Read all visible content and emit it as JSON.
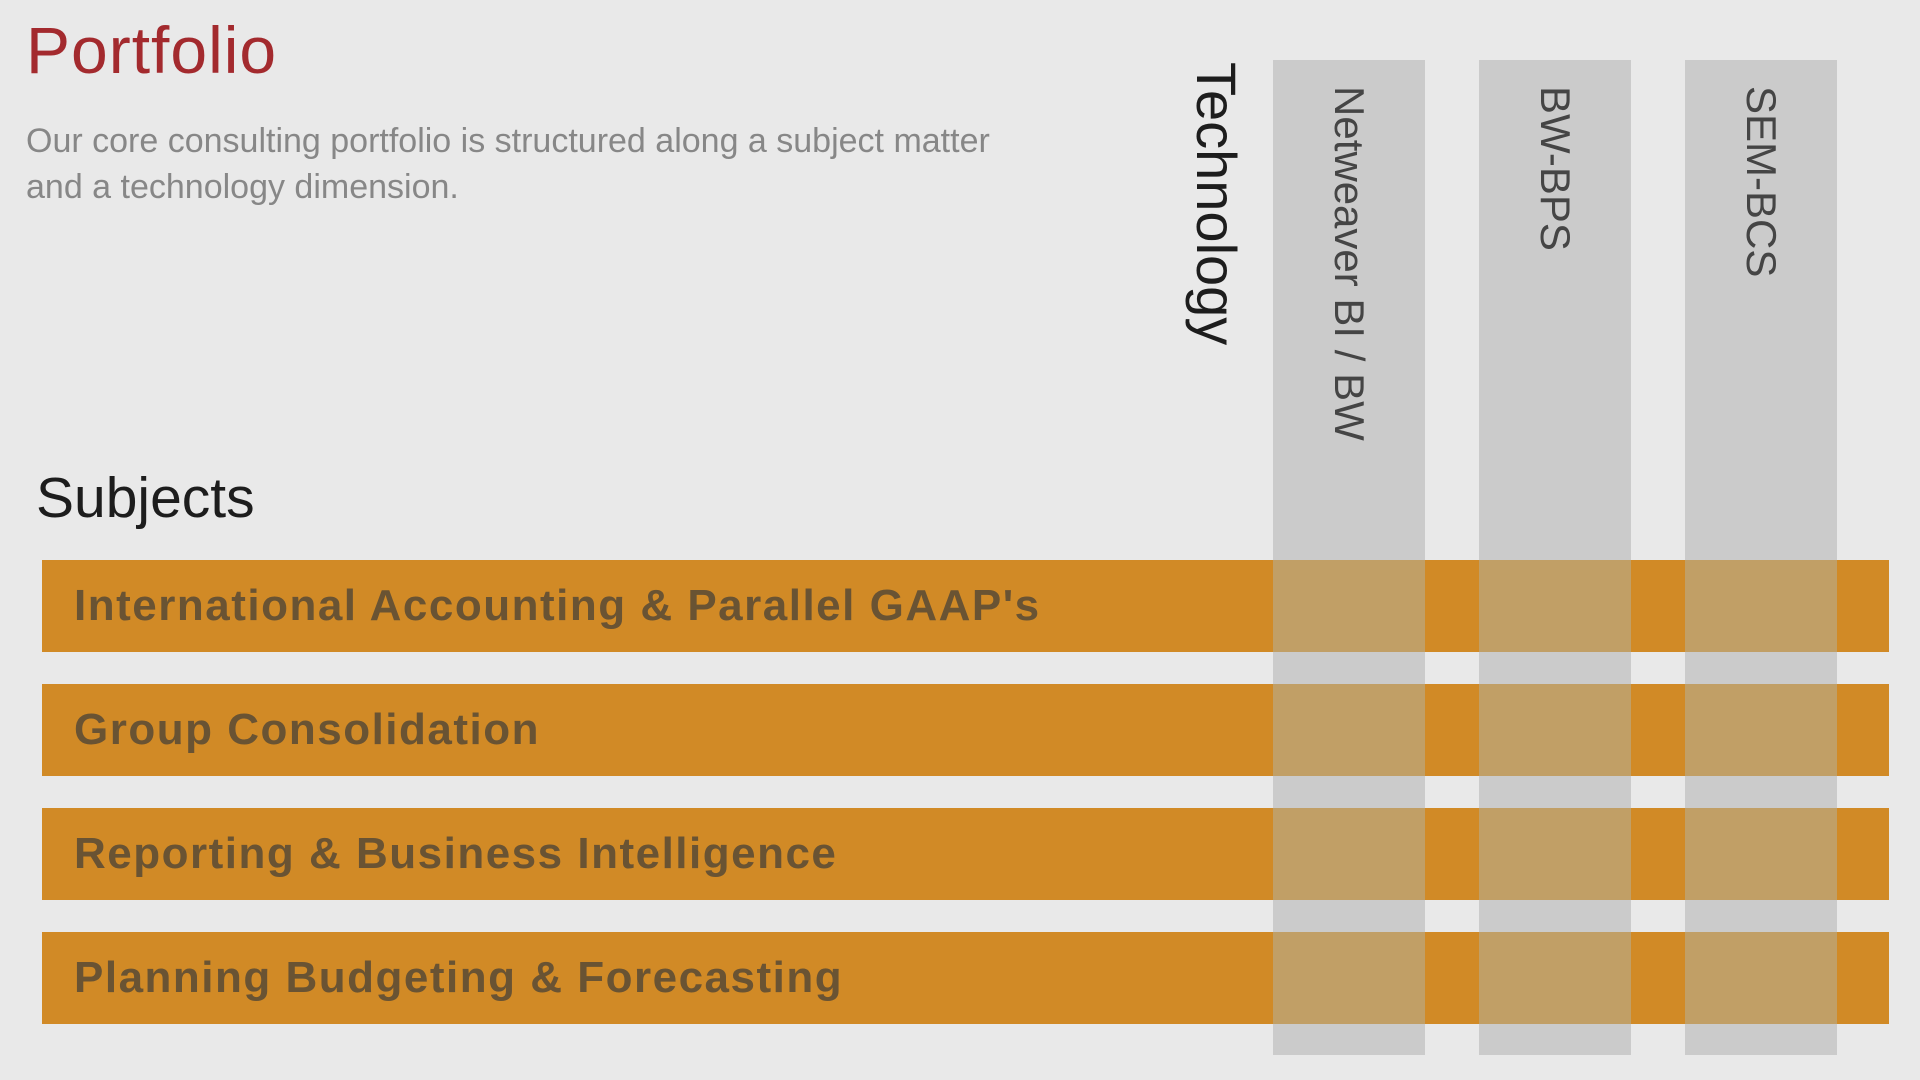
{
  "header": {
    "title": "Portfolio",
    "intro": "Our core consulting portfolio is structured along a subject matter and a technology dimension."
  },
  "technology": {
    "heading": "Technology",
    "items": [
      {
        "label": "Netweaver BI / BW"
      },
      {
        "label": "BW-BPS"
      },
      {
        "label": "SEM-BCS"
      }
    ]
  },
  "subjects": {
    "heading": "Subjects",
    "items": [
      {
        "label": "International Accounting & Parallel GAAP's"
      },
      {
        "label": "Group Consolidation"
      },
      {
        "label": "Reporting & Business Intelligence"
      },
      {
        "label": "Planning Budgeting & Forecasting"
      }
    ]
  },
  "colors": {
    "background": "#e9e9e9",
    "title": "#a32a2e",
    "subject_band": "#d18a26",
    "technology_column": "#cbcbcb",
    "intersection": "#c19f66",
    "subject_text": "#695333"
  }
}
